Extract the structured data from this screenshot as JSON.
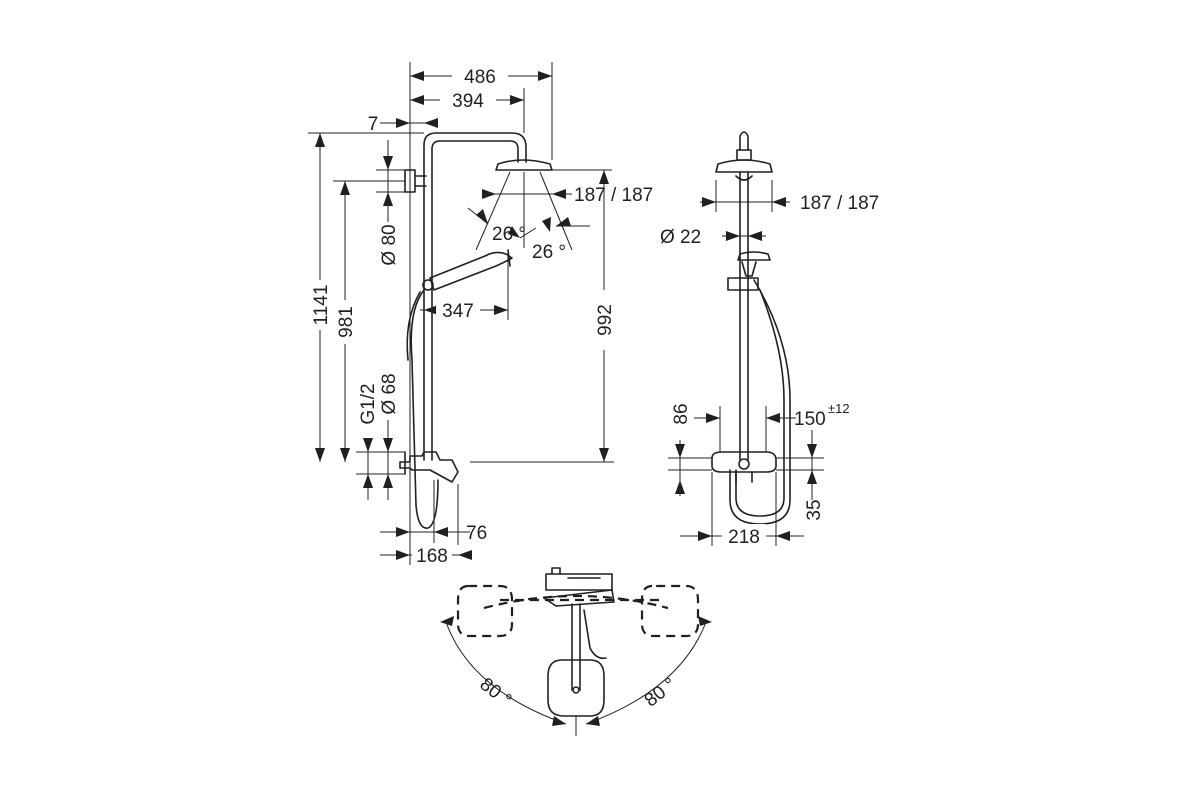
{
  "front_view": {
    "dim_486": "486",
    "dim_394": "394",
    "dim_7": "7",
    "dim_1141": "1141",
    "dim_981": "981",
    "dim_d80": "Ø 80",
    "dim_187": "187 / 187",
    "dim_26a": "26 °",
    "dim_26b": "26 °",
    "dim_347": "347",
    "dim_992": "992",
    "dim_g12": "G1/2",
    "dim_d68": "Ø 68",
    "dim_76": "76",
    "dim_168": "168"
  },
  "side_view": {
    "dim_187": "187 / 187",
    "dim_d22": "Ø 22",
    "dim_86": "86",
    "dim_150": "150",
    "dim_150_tol": "±12",
    "dim_218": "218",
    "dim_35": "35"
  },
  "top_view": {
    "angle_left": "80 °",
    "angle_right": "80 °"
  }
}
